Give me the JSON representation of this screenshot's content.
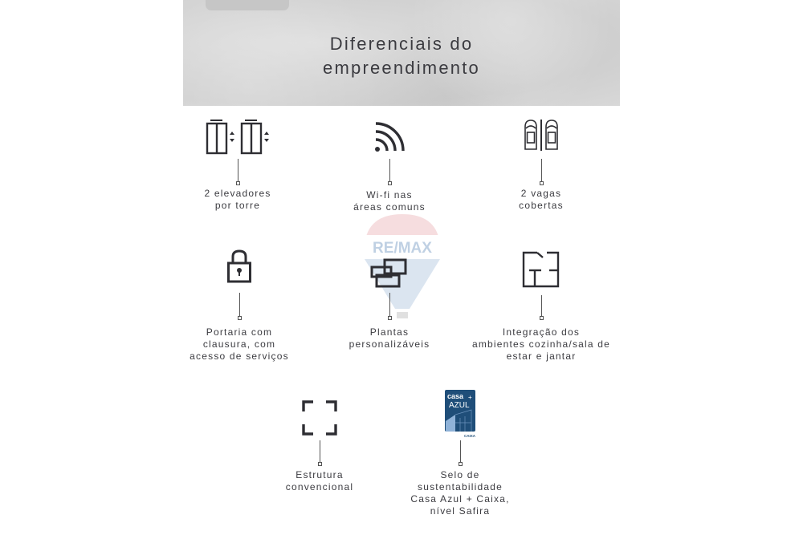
{
  "header": {
    "title_line1": "Diferenciais do",
    "title_line2": "empreendimento"
  },
  "watermark": {
    "text": "RE/MAX"
  },
  "features": [
    {
      "icon": "elevator-icon",
      "line1": "2 elevadores",
      "line2": "por torre",
      "line3": ""
    },
    {
      "icon": "wifi-icon",
      "line1": "Wi-fi nas",
      "line2": "áreas comuns",
      "line3": ""
    },
    {
      "icon": "cars-icon",
      "line1": "2 vagas",
      "line2": "cobertas",
      "line3": ""
    },
    {
      "icon": "padlock-icon",
      "line1": "Portaria com",
      "line2": "clausura, com",
      "line3": "acesso de serviços"
    },
    {
      "icon": "floorplans-icon",
      "line1": "Plantas",
      "line2": "personalizáveis",
      "line3": ""
    },
    {
      "icon": "floorplan-integration-icon",
      "line1": "Integração dos",
      "line2": "ambientes cozinha/sala de",
      "line3": "estar e jantar"
    },
    {
      "icon": "structure-frame-icon",
      "line1": "Estrutura",
      "line2": "convencional",
      "line3": "",
      "line4": ""
    },
    {
      "icon": "casa-azul-seal-icon",
      "line1": "Selo de",
      "line2": "sustentabilidade",
      "line3": "Casa Azul + Caixa,",
      "line4": "nível Safira"
    }
  ],
  "seal": {
    "line1": "casa",
    "line2": "AZUL",
    "plus": "+",
    "footer": "CAIXA"
  },
  "colors": {
    "text": "#3b3b40",
    "icon": "#2e2e33",
    "seal_blue": "#1f4e79",
    "header_bg": "#d4d4d4"
  }
}
